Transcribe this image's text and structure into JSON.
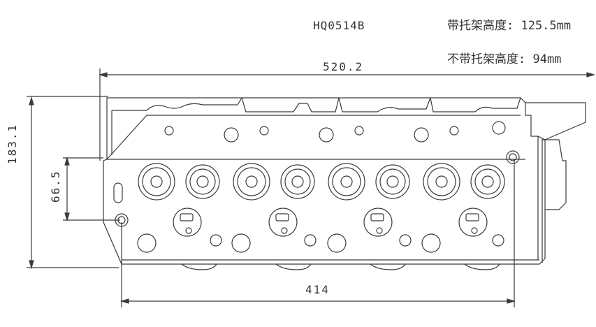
{
  "drawing": {
    "part_number": "HQ0514B",
    "height_with_bracket": "带托架高度: 125.5mm",
    "height_without_bracket": "不带托架高度: 94mm",
    "dim_overall_length": "520.2",
    "dim_overall_height": "183.1",
    "dim_deck_height": "66.5",
    "dim_bottom_length": "414"
  }
}
